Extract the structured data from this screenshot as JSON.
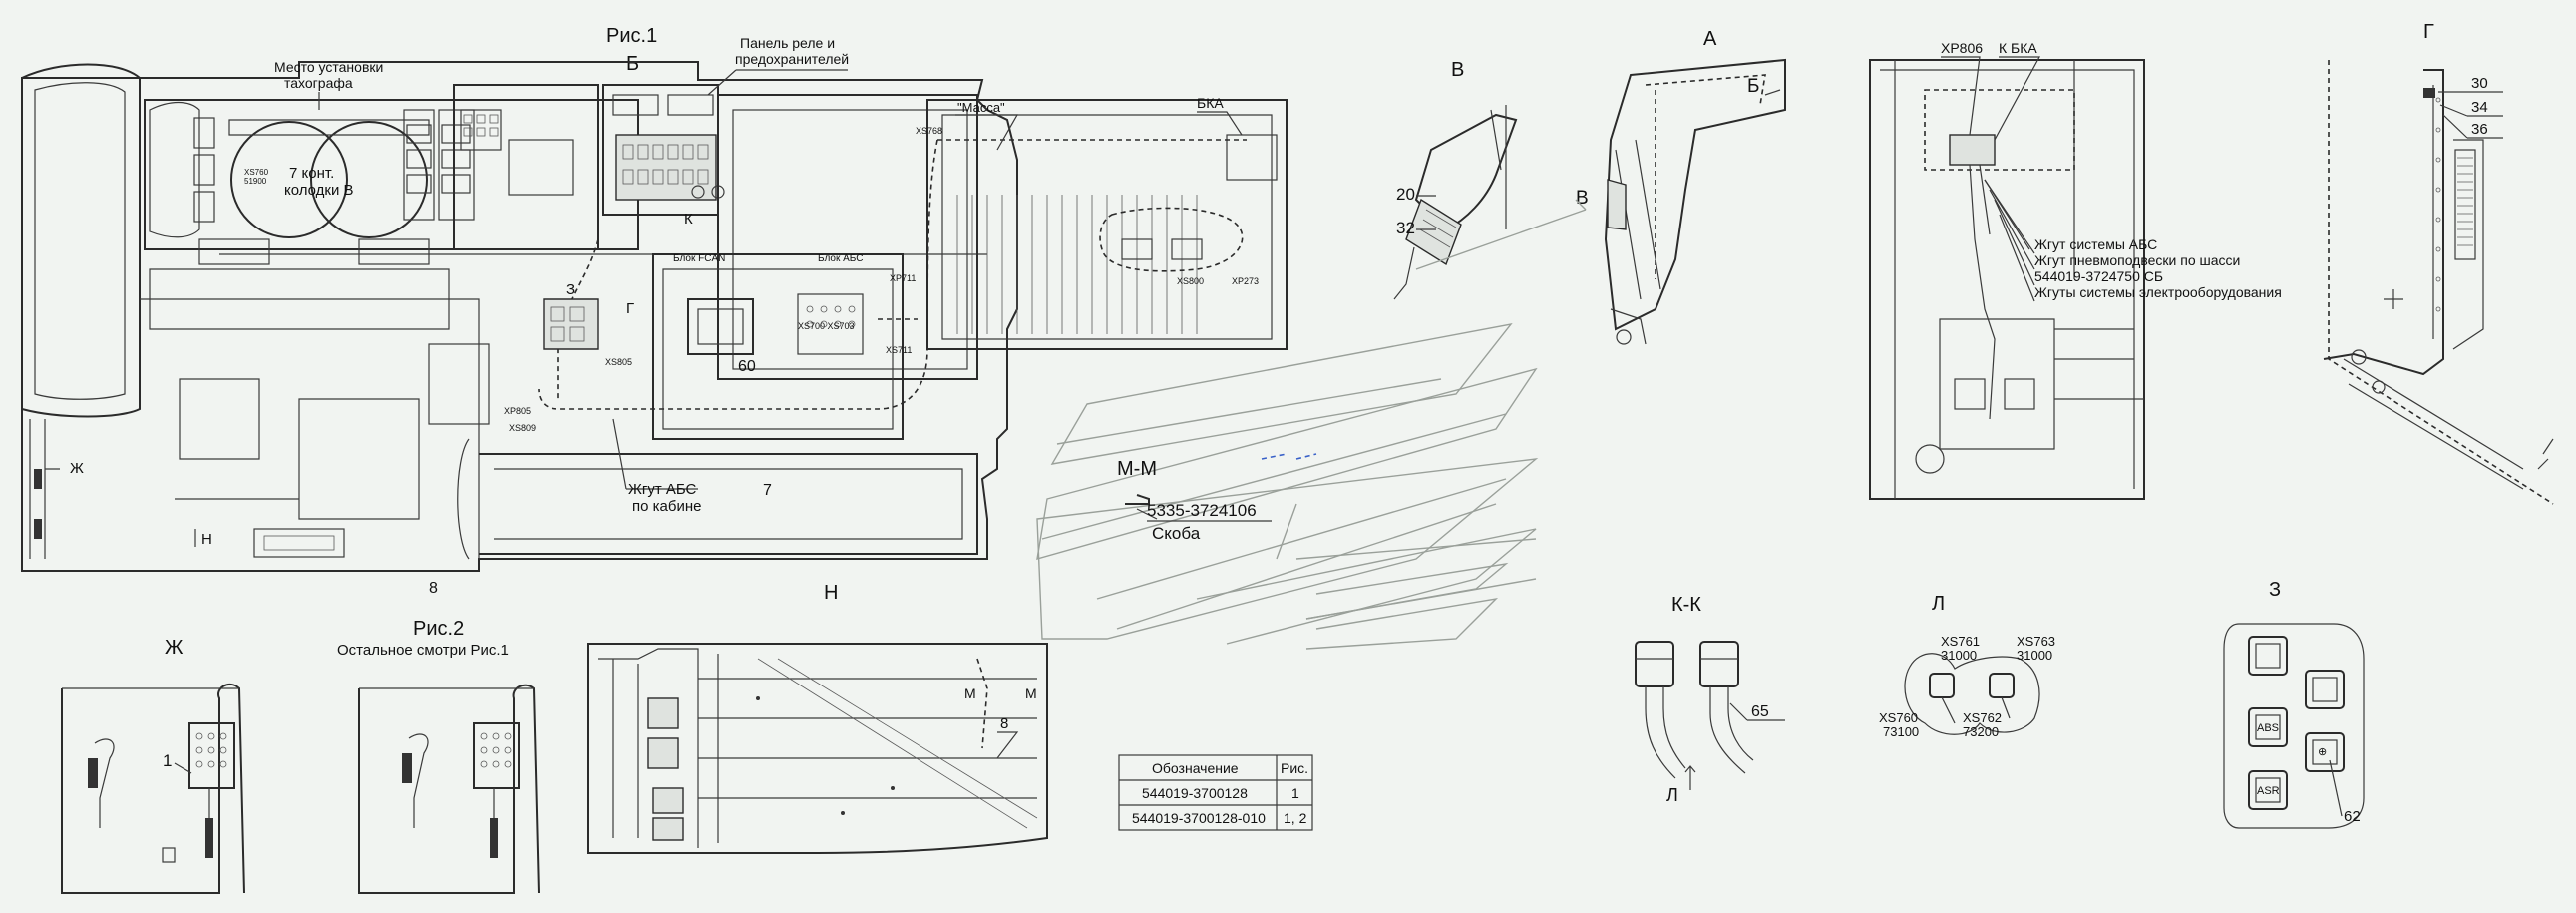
{
  "fig1": {
    "title": "Рис.1",
    "view_b": "Б",
    "tacho": "Место установки\nтахографа",
    "relay_panel": "Панель реле и\nпредохранителей",
    "mass": "\"Масса\"",
    "bka": "БКА",
    "block_fcan": "Блок FCAN",
    "block_abs": "Блок АБС",
    "pads": "7 конт.\nколодки В",
    "xs760": "XS760\n51900",
    "xp711": "XP711",
    "xs711": "XS711",
    "xs700": "XS700 XS703",
    "xs800": "XS800",
    "xp273": "XP273",
    "xs805": "XS805",
    "xp805": "XP805",
    "xs809": "XS809",
    "xs768": "XS768",
    "harness_abs": "Жгут АБС\nпо кабине",
    "pos_7": "7",
    "pos_8": "8",
    "pos_60": "60",
    "k": "К",
    "g": "Г",
    "z": "З",
    "zh": "Ж",
    "n": "Н"
  },
  "view_v": {
    "title": "В",
    "p20": "20",
    "p32": "32"
  },
  "view_a": {
    "title": "А",
    "b": "Б",
    "v": "В"
  },
  "center": {
    "mm": "М-М",
    "part": "5335-3724106",
    "bracket": "Скоба"
  },
  "xp806_view": {
    "xp806": "XP806",
    "k_bka": "К БКА",
    "legend": [
      "Жгут системы АБС",
      "Жгут пневмоподвески по шасси",
      "544019-3724750 СБ",
      "Жгуты системы электрооборудования"
    ]
  },
  "view_g": {
    "title": "Г",
    "p30": "30",
    "p34": "34",
    "p36": "36"
  },
  "view_zh": {
    "title": "Ж",
    "p1": "1"
  },
  "fig2": {
    "title": "Рис.2",
    "note": "Остальное смотри Рис.1"
  },
  "view_n": {
    "title": "Н",
    "m": "М",
    "m2": "М",
    "p8": "8"
  },
  "table": {
    "headers": [
      "Обозначение",
      "Рис."
    ],
    "rows": [
      [
        "544019-3700128",
        "1"
      ],
      [
        "544019-3700128-010",
        "1, 2"
      ]
    ]
  },
  "view_kk": {
    "title": "К-К",
    "p65": "65",
    "l": "Л"
  },
  "view_l": {
    "title": "Л",
    "xs761": "XS761\n31000",
    "xs763": "XS763\n31000",
    "xs760": "XS760\n73100",
    "xs762": "XS762\n73200"
  },
  "view_z": {
    "title": "З",
    "abs": "ABS",
    "asr": "ASR",
    "p62": "62"
  }
}
